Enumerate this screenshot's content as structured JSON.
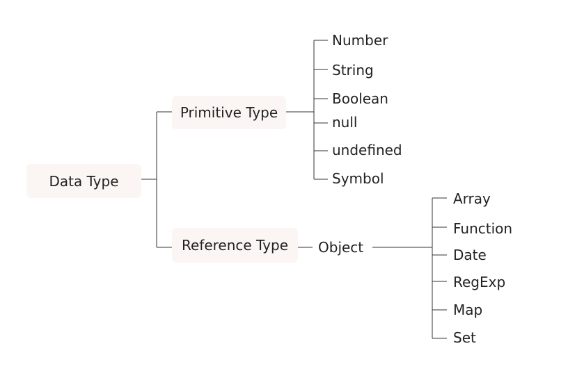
{
  "diagram": {
    "root": "Data Type",
    "primitive": {
      "label": "Primitive Type",
      "children": [
        "Number",
        "String",
        "Boolean",
        "null",
        "undefined",
        "Symbol"
      ]
    },
    "reference": {
      "label": "Reference Type",
      "object": "Object",
      "children": [
        "Array",
        "Function",
        "Date",
        "RegExp",
        "Map",
        "Set"
      ]
    }
  },
  "colors": {
    "box_fill": "#fbf6f3",
    "line": "#333333",
    "text": "#222222"
  }
}
